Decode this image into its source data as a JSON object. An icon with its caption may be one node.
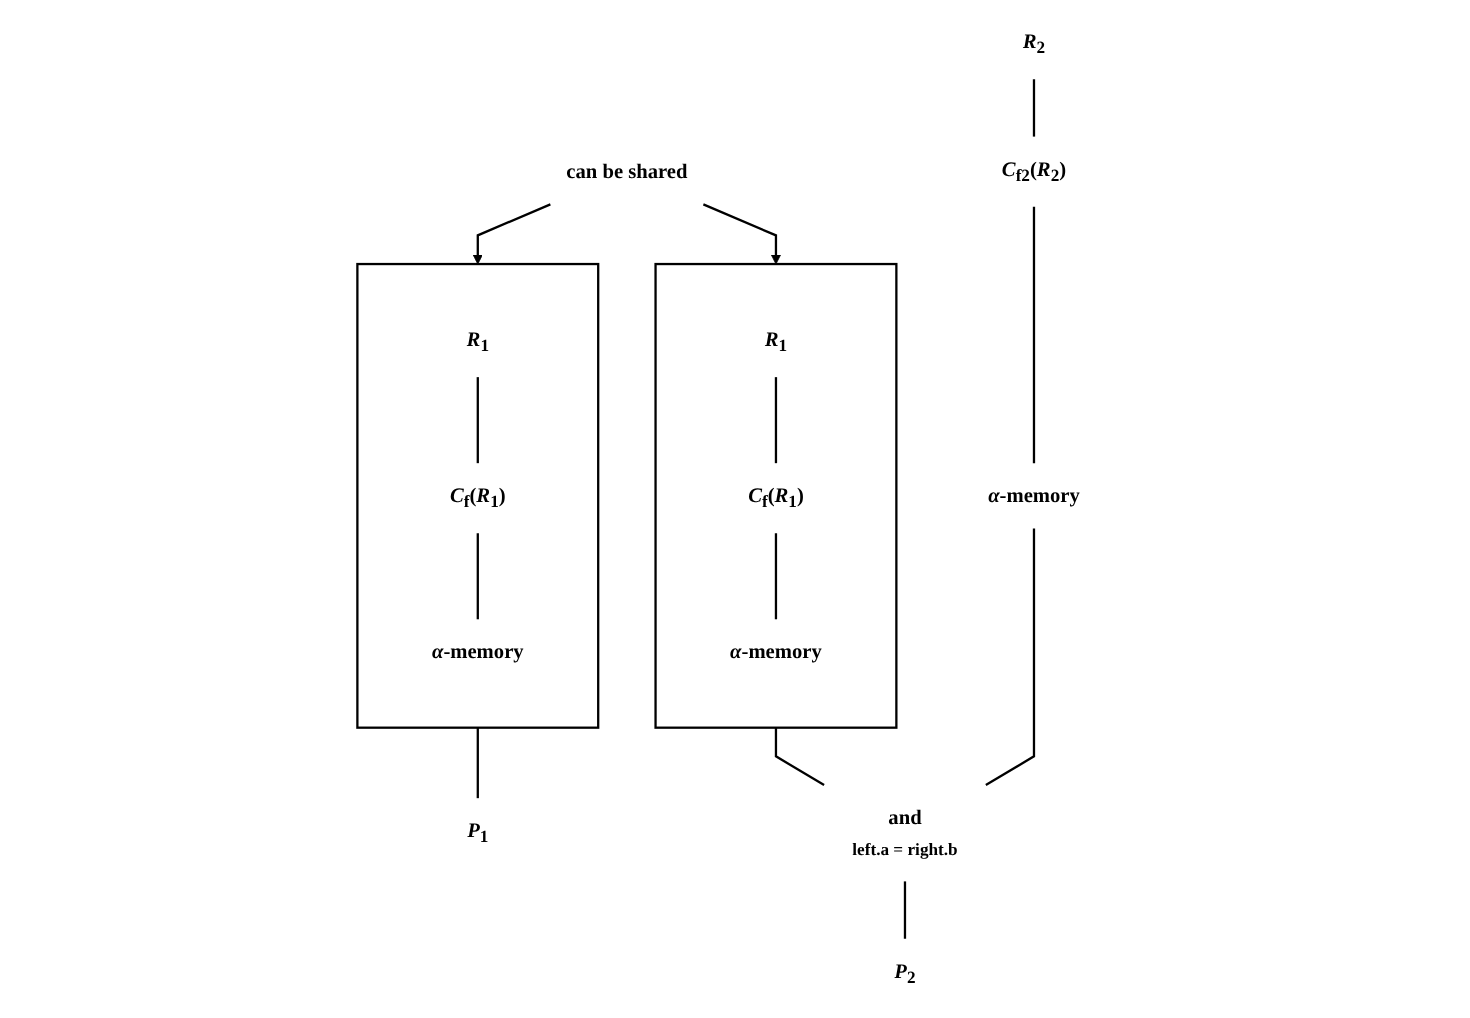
{
  "diagram": {
    "nodes": [
      {
        "text": [
          "can be shared"
        ]
      },
      {
        "text": [],
        "shape": "box"
      },
      {
        "text": [
          "*R*$_{1}$"
        ],
        "in": 1
      },
      {
        "text": [
          "*C*$_{f}$(*R*$_{1}$)"
        ],
        "in": 1
      },
      {
        "text": [
          "*α*-memory"
        ],
        "in": 1
      },
      {
        "text": [
          "*P*$_{1}$"
        ]
      },
      {
        "text": [],
        "shape": "box"
      },
      {
        "text": [
          "*R*$_{1}$"
        ],
        "in": 6
      },
      {
        "text": [
          "*C*$_{f}$(*R*$_{1}$)"
        ],
        "in": 6
      },
      {
        "text": [
          "*α*-memory"
        ],
        "in": 6
      },
      {
        "text": [
          "*R*$_{2}$"
        ]
      },
      {
        "text": [
          "*C*$_{f2}$(*R*$_{2}$)"
        ]
      },
      {
        "text": [
          "*α*-memory"
        ]
      },
      {
        "text": [
          "and"
        ],
        "beside": [
          "left.a = right.b"
        ]
      },
      {
        "text": [
          "*P*$_{2}$"
        ]
      }
    ],
    "edges": [
      {
        "from": 0,
        "to": 1,
        "arrow": "to"
      },
      {
        "from": 0,
        "to": 6,
        "arrow": "to"
      },
      {
        "from": 2,
        "to": 3,
        "arrow": "none"
      },
      {
        "from": 3,
        "to": 4,
        "arrow": "none"
      },
      {
        "from": 1,
        "to": 5,
        "arrow": "none"
      },
      {
        "from": 7,
        "to": 8,
        "arrow": "none"
      },
      {
        "from": 8,
        "to": 9,
        "arrow": "none"
      },
      {
        "from": 10,
        "to": 11,
        "arrow": "none"
      },
      {
        "from": 11,
        "to": 12,
        "arrow": "none"
      },
      {
        "from": 6,
        "to": 13,
        "arrow": "none"
      },
      {
        "from": 12,
        "to": 13,
        "arrow": "none"
      },
      {
        "from": 13,
        "to": 14,
        "arrow": "none"
      }
    ]
  }
}
